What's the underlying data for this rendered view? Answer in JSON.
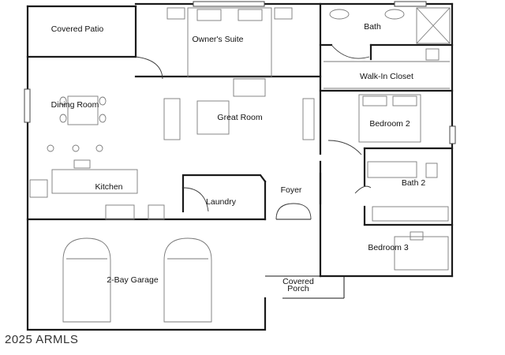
{
  "rooms": {
    "covered_patio": "Covered Patio",
    "owners_suite": "Owner's Suite",
    "bath": "Bath",
    "walk_in_closet": "Walk-In Closet",
    "dining_room": "Dining Room",
    "great_room": "Great Room",
    "bedroom_2": "Bedroom 2",
    "kitchen": "Kitchen",
    "laundry": "Laundry",
    "foyer": "Foyer",
    "bath_2": "Bath 2",
    "two_bay_garage": "2-Bay Garage",
    "bedroom_3": "Bedroom 3",
    "covered_porch_line1": "Covered",
    "covered_porch_line2": "Porch"
  },
  "watermark": "2025 ARMLS",
  "colors": {
    "wall": "#1a1a1a",
    "furniture": "#7a7a7a",
    "background": "#ffffff"
  }
}
